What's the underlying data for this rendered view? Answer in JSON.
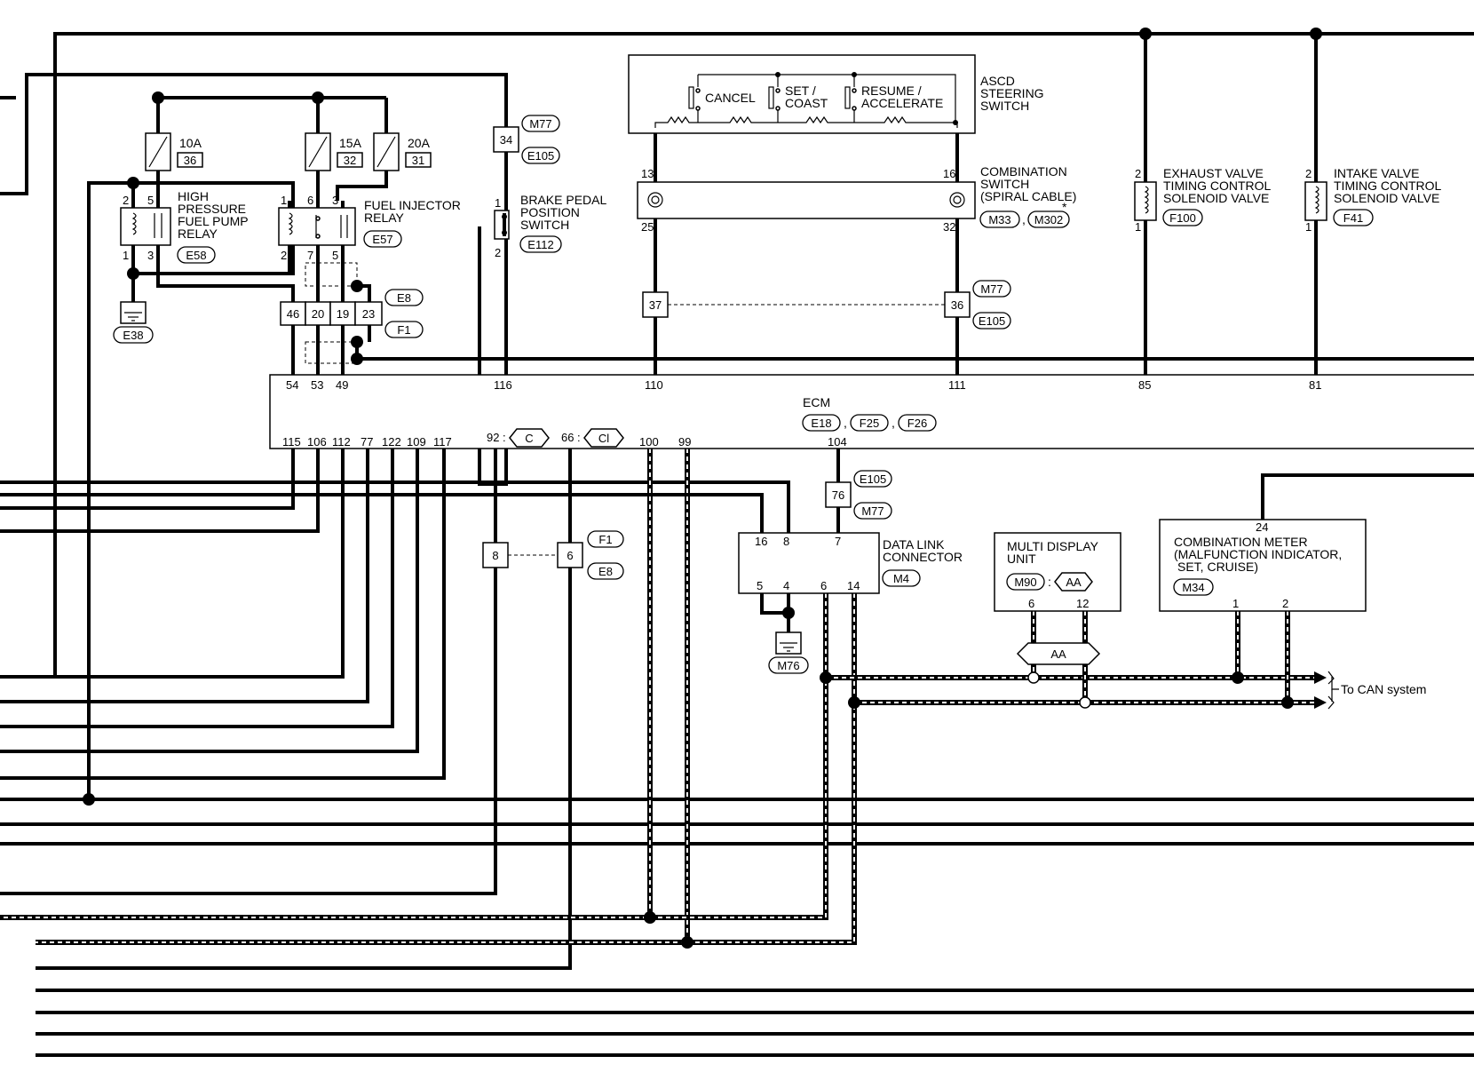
{
  "components": {
    "fuses": [
      {
        "amp": "10A",
        "num": "36"
      },
      {
        "amp": "15A",
        "num": "32"
      },
      {
        "amp": "20A",
        "num": "31"
      }
    ],
    "hp_pump_relay": {
      "label_lines": [
        "HIGH",
        "PRESSURE",
        "FUEL PUMP",
        "RELAY"
      ],
      "connector": "E58",
      "pins": [
        "2",
        "5",
        "1",
        "3"
      ]
    },
    "fuel_injector_relay": {
      "label_lines": [
        "FUEL INJECTOR",
        "RELAY"
      ],
      "connector": "E57",
      "pins": [
        "1",
        "6",
        "3",
        "2",
        "7",
        "5"
      ]
    },
    "ground_e38": "E38",
    "ground_m76": "M76",
    "harness_block": {
      "pins": [
        "46",
        "20",
        "19",
        "23"
      ],
      "connectors": [
        "E8",
        "F1"
      ]
    },
    "brake_junction": {
      "pin": "34",
      "connectors": [
        "M77",
        "E105"
      ]
    },
    "brake_switch": {
      "label_lines": [
        "BRAKE PEDAL",
        "POSITION",
        "SWITCH"
      ],
      "connector": "E112",
      "pins": [
        "1",
        "2"
      ]
    },
    "ascd_switch": {
      "label_lines": [
        "ASCD",
        "STEERING",
        "SWITCH"
      ],
      "buttons": [
        "CANCEL",
        "SET /",
        "COAST",
        "RESUME /",
        "ACCELERATE"
      ]
    },
    "combination_switch": {
      "label_lines": [
        "COMBINATION",
        "SWITCH",
        "(SPIRAL CABLE)"
      ],
      "connectors": [
        "M33",
        "M302"
      ],
      "star": "*",
      "pins": [
        "13",
        "16",
        "25",
        "32"
      ]
    },
    "junction_37": "37",
    "junction_36": {
      "pin": "36",
      "connectors": [
        "M77",
        "E105"
      ]
    },
    "exhaust_valve": {
      "label_lines": [
        "EXHAUST VALVE",
        "TIMING CONTROL",
        "SOLENOID VALVE"
      ],
      "connector": "F100",
      "pins": [
        "2",
        "1"
      ]
    },
    "intake_valve": {
      "label_lines": [
        "INTAKE VALVE",
        "TIMING CONTROL",
        "SOLENOID VALVE"
      ],
      "connector": "F41",
      "pins": [
        "2",
        "1"
      ]
    },
    "ecm": {
      "label": "ECM",
      "connectors": [
        "E18",
        "F25",
        "F26"
      ],
      "sep": ",",
      "top_pins": [
        "54",
        "53",
        "49",
        "116",
        "110",
        "111",
        "85",
        "81"
      ],
      "bottom_pins": [
        "115",
        "106",
        "112",
        "77",
        "122",
        "109",
        "117",
        "100",
        "99",
        "104"
      ],
      "pin92": "92",
      "pin66": "66",
      "colon": ":",
      "c_tag": "C",
      "cl_tag": "Cl"
    },
    "junction_76": {
      "pin": "76",
      "connectors": [
        "E105",
        "M77"
      ]
    },
    "junction_8_6": {
      "left": "8",
      "right": "6",
      "connectors": [
        "F1",
        "E8"
      ]
    },
    "data_link": {
      "label_lines": [
        "DATA LINK",
        "CONNECTOR"
      ],
      "connector": "M4",
      "top_pins": [
        "16",
        "8",
        "7"
      ],
      "bottom_pins": [
        "5",
        "4",
        "6",
        "14"
      ]
    },
    "multi_display": {
      "label_lines": [
        "MULTI DISPLAY",
        "UNIT"
      ],
      "connector": "M90",
      "tag": "AA",
      "pins": [
        "6",
        "12"
      ],
      "bus_tag": "AA"
    },
    "combination_meter": {
      "label_lines": [
        "COMBINATION METER",
        "(MALFUNCTION INDICATOR,",
        "SET, CRUISE)"
      ],
      "connector": "M34",
      "pins": [
        "24",
        "1",
        "2"
      ]
    },
    "can_label": "To CAN system"
  },
  "colors": {
    "line": "#000000",
    "background": "#ffffff"
  }
}
